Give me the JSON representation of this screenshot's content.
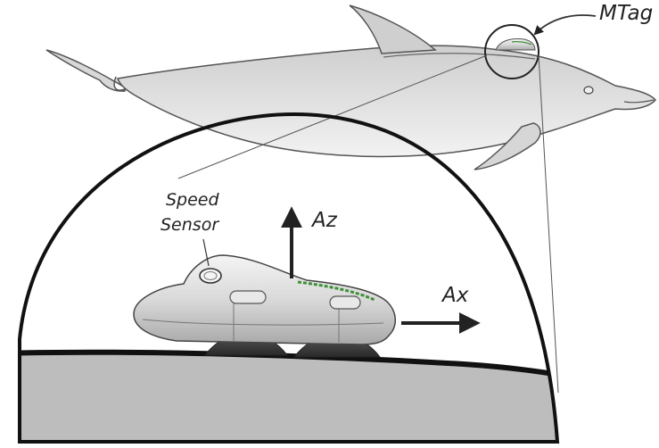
{
  "labels": {
    "mtag": "MTag",
    "speed_sensor_line1": "Speed",
    "speed_sensor_line2": "Sensor",
    "az": "Az",
    "ax": "Ax"
  },
  "colors": {
    "dolphin_body": "#dcdcdc",
    "dolphin_outline": "#555555",
    "tag_body": "#d4d4d4",
    "tag_stripe": "#3f8f3a",
    "skin_surface": "#bdbdbd",
    "arrow": "#222222"
  }
}
